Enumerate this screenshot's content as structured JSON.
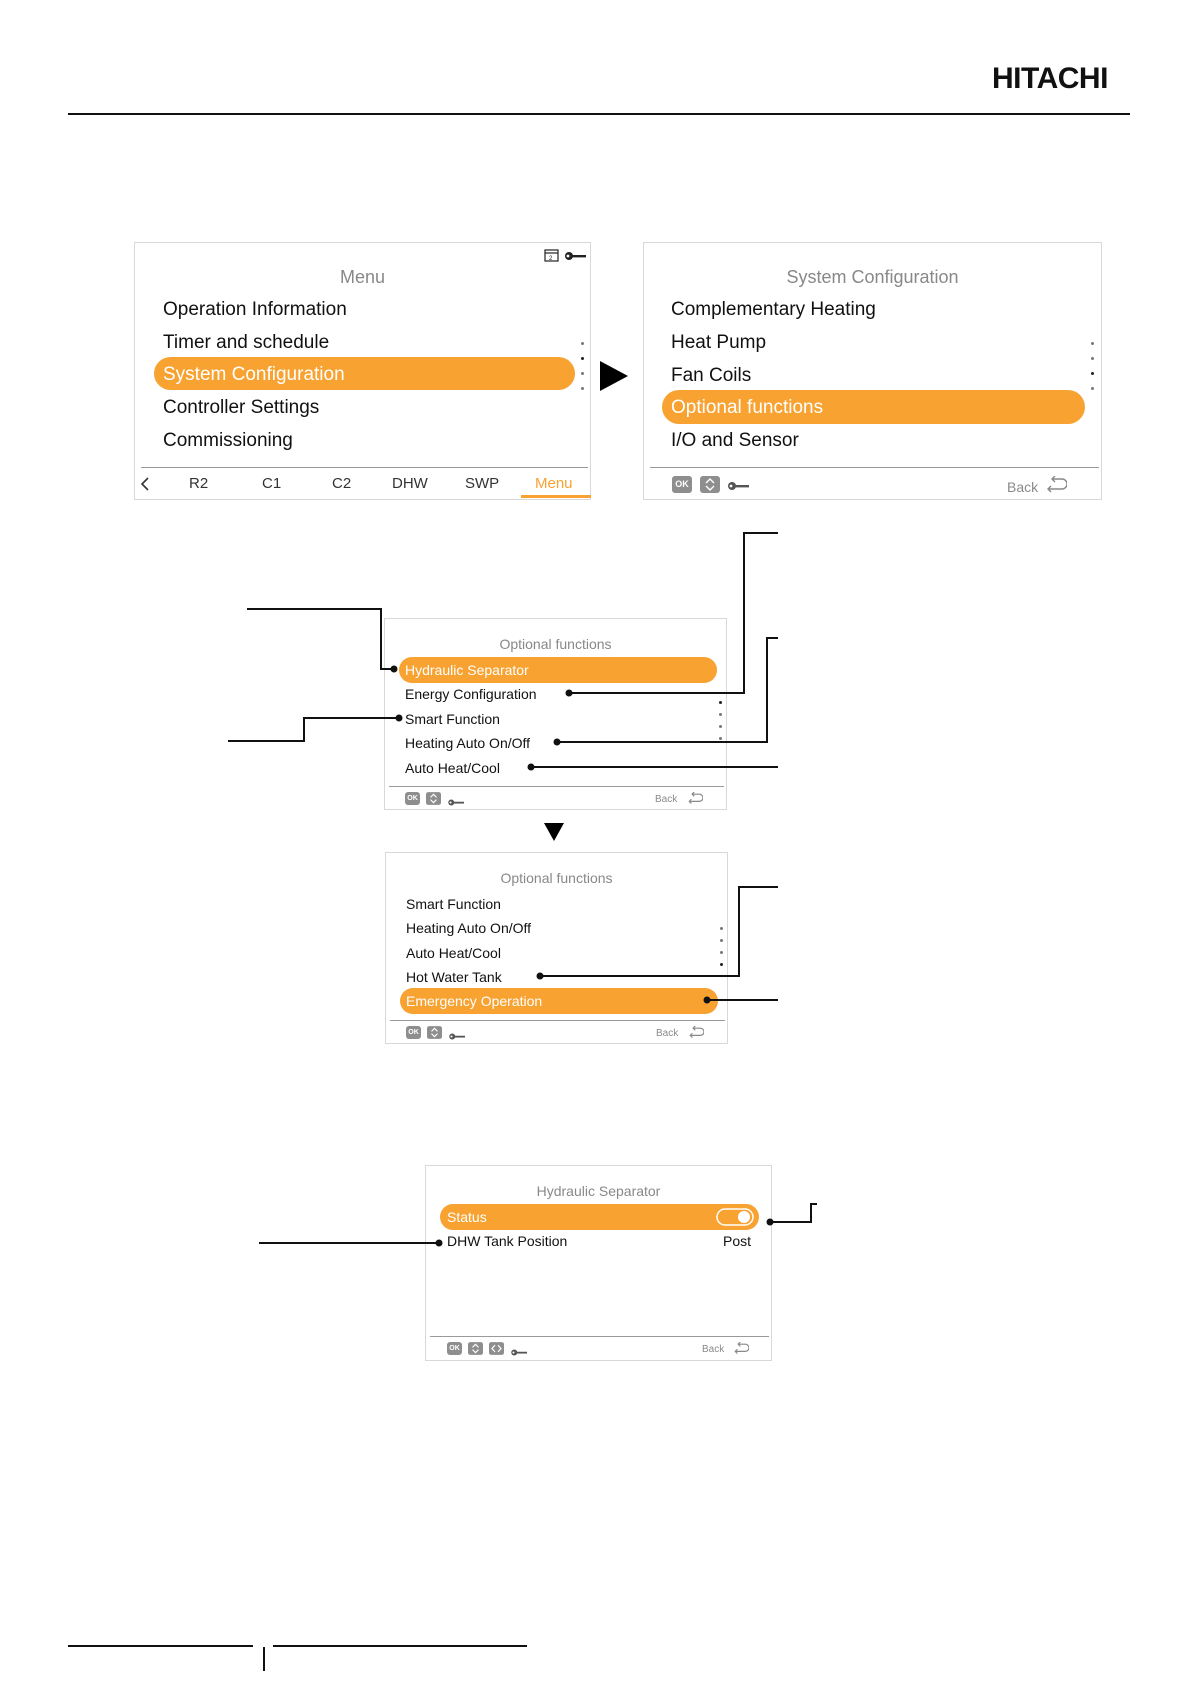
{
  "brand": {
    "logo": "HITACHI"
  },
  "menu_screen": {
    "title": "Menu",
    "items": [
      "Operation Information",
      "Timer and schedule",
      "System Configuration",
      "Controller Settings",
      "Commissioning"
    ],
    "selected_index": 2,
    "tabs": [
      "R2",
      "C1",
      "C2",
      "DHW",
      "SWP",
      "Menu"
    ],
    "active_tab": "Menu",
    "status_icons": [
      "calendar-icon",
      "wrench-icon"
    ]
  },
  "system_config_screen": {
    "title": "System Configuration",
    "items": [
      "Complementary Heating",
      "Heat Pump",
      "Fan Coils",
      "Optional functions",
      "I/O and Sensor"
    ],
    "selected_index": 3,
    "ok_label": "OK",
    "back_label": "Back"
  },
  "optional_functions_screen_1": {
    "title": "Optional functions",
    "items": [
      "Hydraulic Separator",
      "Energy Configuration",
      "Smart Function",
      "Heating Auto On/Off",
      "Auto Heat/Cool"
    ],
    "selected_index": 0,
    "ok_label": "OK",
    "back_label": "Back"
  },
  "optional_functions_screen_2": {
    "title": "Optional functions",
    "items": [
      "Smart Function",
      "Heating Auto On/Off",
      "Auto Heat/Cool",
      "Hot Water Tank",
      "Emergency Operation"
    ],
    "selected_index": 4,
    "ok_label": "OK",
    "back_label": "Back"
  },
  "hydraulic_separator_screen": {
    "title": "Hydraulic Separator",
    "status_label": "Status",
    "status_toggle_on": true,
    "dhw_label": "DHW Tank Position",
    "dhw_value": "Post",
    "ok_label": "OK",
    "back_label": "Back"
  },
  "colors": {
    "accent": "#f7a231",
    "text": "#111111",
    "muted": "#888888",
    "border": "#d8d8d8"
  }
}
